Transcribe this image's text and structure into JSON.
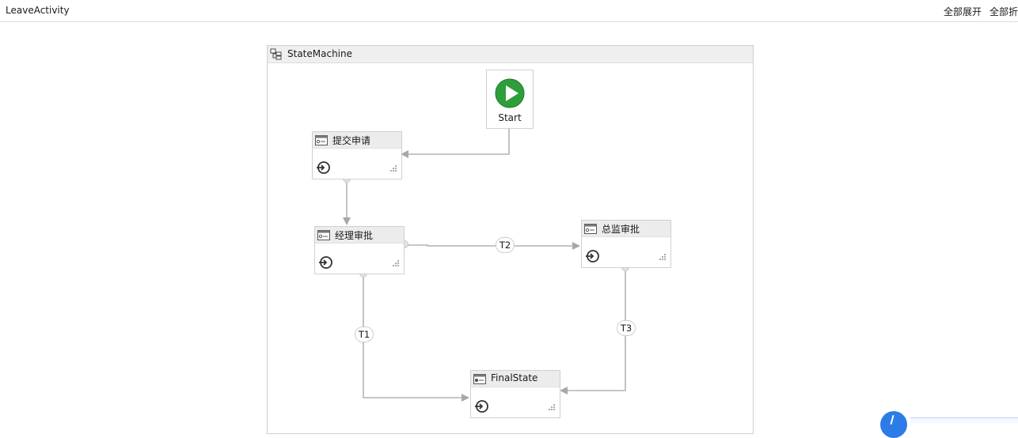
{
  "doc": {
    "title": "LeaveActivity"
  },
  "toolbar": {
    "expand_all": "全部展开",
    "collapse_all": "全部折"
  },
  "state_machine": {
    "title": "StateMachine",
    "start_label": "Start",
    "states": [
      {
        "label": "提交申请"
      },
      {
        "label": "经理审批"
      },
      {
        "label": "总监审批"
      },
      {
        "label": "FinalState"
      }
    ],
    "transitions": [
      {
        "label": "T2"
      },
      {
        "label": "T1"
      },
      {
        "label": "T3"
      }
    ]
  },
  "colors": {
    "start_green": "#2e9e3a",
    "connector_gray": "#b4b4b4",
    "accent_blue": "#2d7be6"
  }
}
